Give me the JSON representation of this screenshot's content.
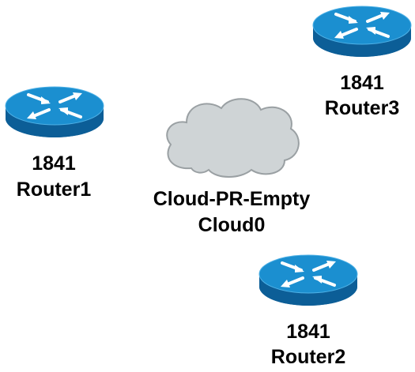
{
  "colors": {
    "router_top": "#1b8fd0",
    "router_side": "#0c5e97",
    "router_arrows": "#ffffff",
    "cloud_fill": "#cfd4d6",
    "cloud_stroke": "#9aa0a3",
    "label_text": "#000000"
  },
  "devices": [
    {
      "id": "router1",
      "icon": "router-icon",
      "model": "1841",
      "name": "Router1"
    },
    {
      "id": "router2",
      "icon": "router-icon",
      "model": "1841",
      "name": "Router2"
    },
    {
      "id": "router3",
      "icon": "router-icon",
      "model": "1841",
      "name": "Router3"
    },
    {
      "id": "cloud0",
      "icon": "cloud-icon",
      "model": "Cloud-PR-Empty",
      "name": "Cloud0"
    }
  ]
}
